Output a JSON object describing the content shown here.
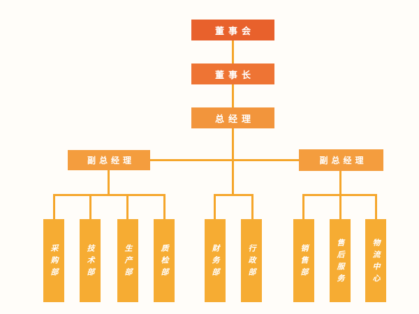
{
  "org_chart": {
    "background_color": "#fffdf9",
    "connector_color": "#f5a62b",
    "nodes": {
      "board": {
        "label": "董事会",
        "color": "#e8612c"
      },
      "chairman": {
        "label": "董事长",
        "color": "#ee7434"
      },
      "general_manager": {
        "label": "总经理",
        "color": "#f2953c"
      },
      "deputy_left": {
        "label": "副总经理",
        "color": "#f49d3e"
      },
      "deputy_right": {
        "label": "副总经理",
        "color": "#f49d3e"
      }
    },
    "department_color": "#f6ac33",
    "departments": [
      {
        "label": "采购部",
        "reports_to": "deputy_left"
      },
      {
        "label": "技术部",
        "reports_to": "deputy_left"
      },
      {
        "label": "生产部",
        "reports_to": "deputy_left"
      },
      {
        "label": "质检部",
        "reports_to": "deputy_left"
      },
      {
        "label": "财务部",
        "reports_to": "general_manager"
      },
      {
        "label": "行政部",
        "reports_to": "general_manager"
      },
      {
        "label": "销售部",
        "reports_to": "deputy_right"
      },
      {
        "label": "售后服务",
        "reports_to": "deputy_right"
      },
      {
        "label": "物流中心",
        "reports_to": "deputy_right"
      }
    ]
  }
}
